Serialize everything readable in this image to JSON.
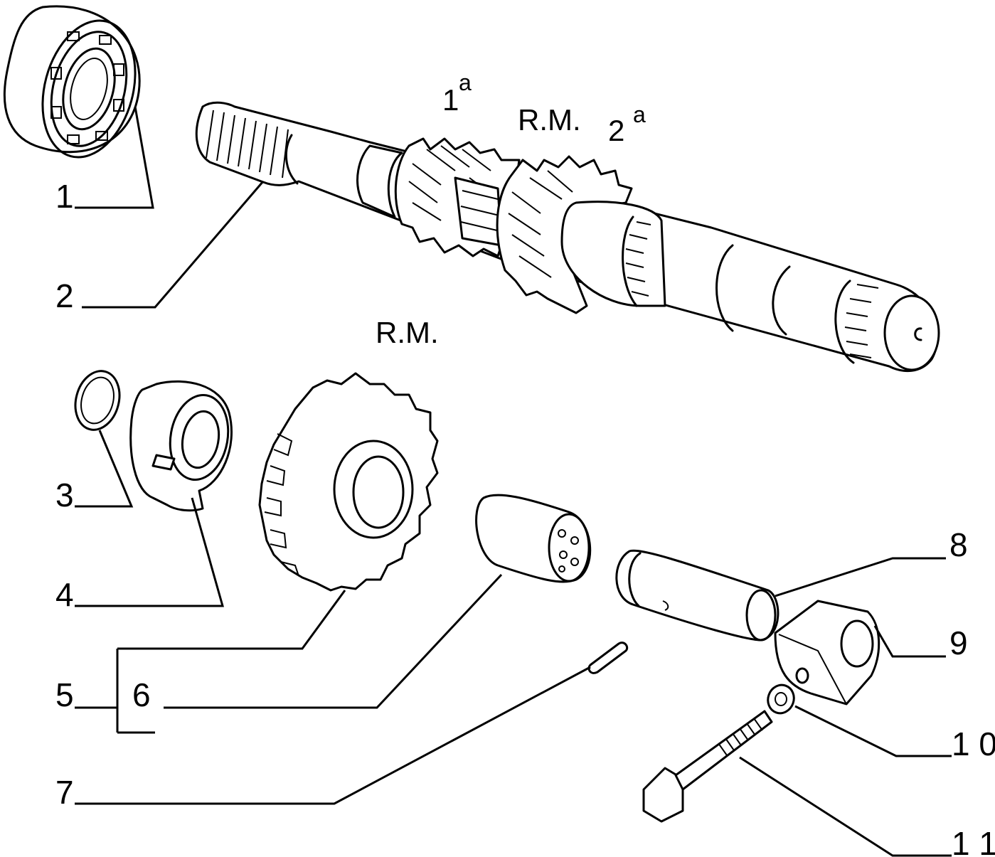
{
  "callouts": [
    {
      "id": "1",
      "text": "1"
    },
    {
      "id": "2",
      "text": "2"
    },
    {
      "id": "3",
      "text": "3"
    },
    {
      "id": "4",
      "text": "4"
    },
    {
      "id": "5",
      "text": "5"
    },
    {
      "id": "6",
      "text": "6"
    },
    {
      "id": "7",
      "text": "7"
    },
    {
      "id": "8",
      "text": "8"
    },
    {
      "id": "9",
      "text": "9"
    },
    {
      "id": "10",
      "text": "1 0"
    },
    {
      "id": "11",
      "text": "1 1"
    }
  ],
  "gear_labels": {
    "first": {
      "number": "1",
      "sup": "a"
    },
    "reverse_top": "R.M.",
    "second": {
      "number": "2",
      "sup": "a"
    },
    "reverse_bottom": "R.M."
  }
}
